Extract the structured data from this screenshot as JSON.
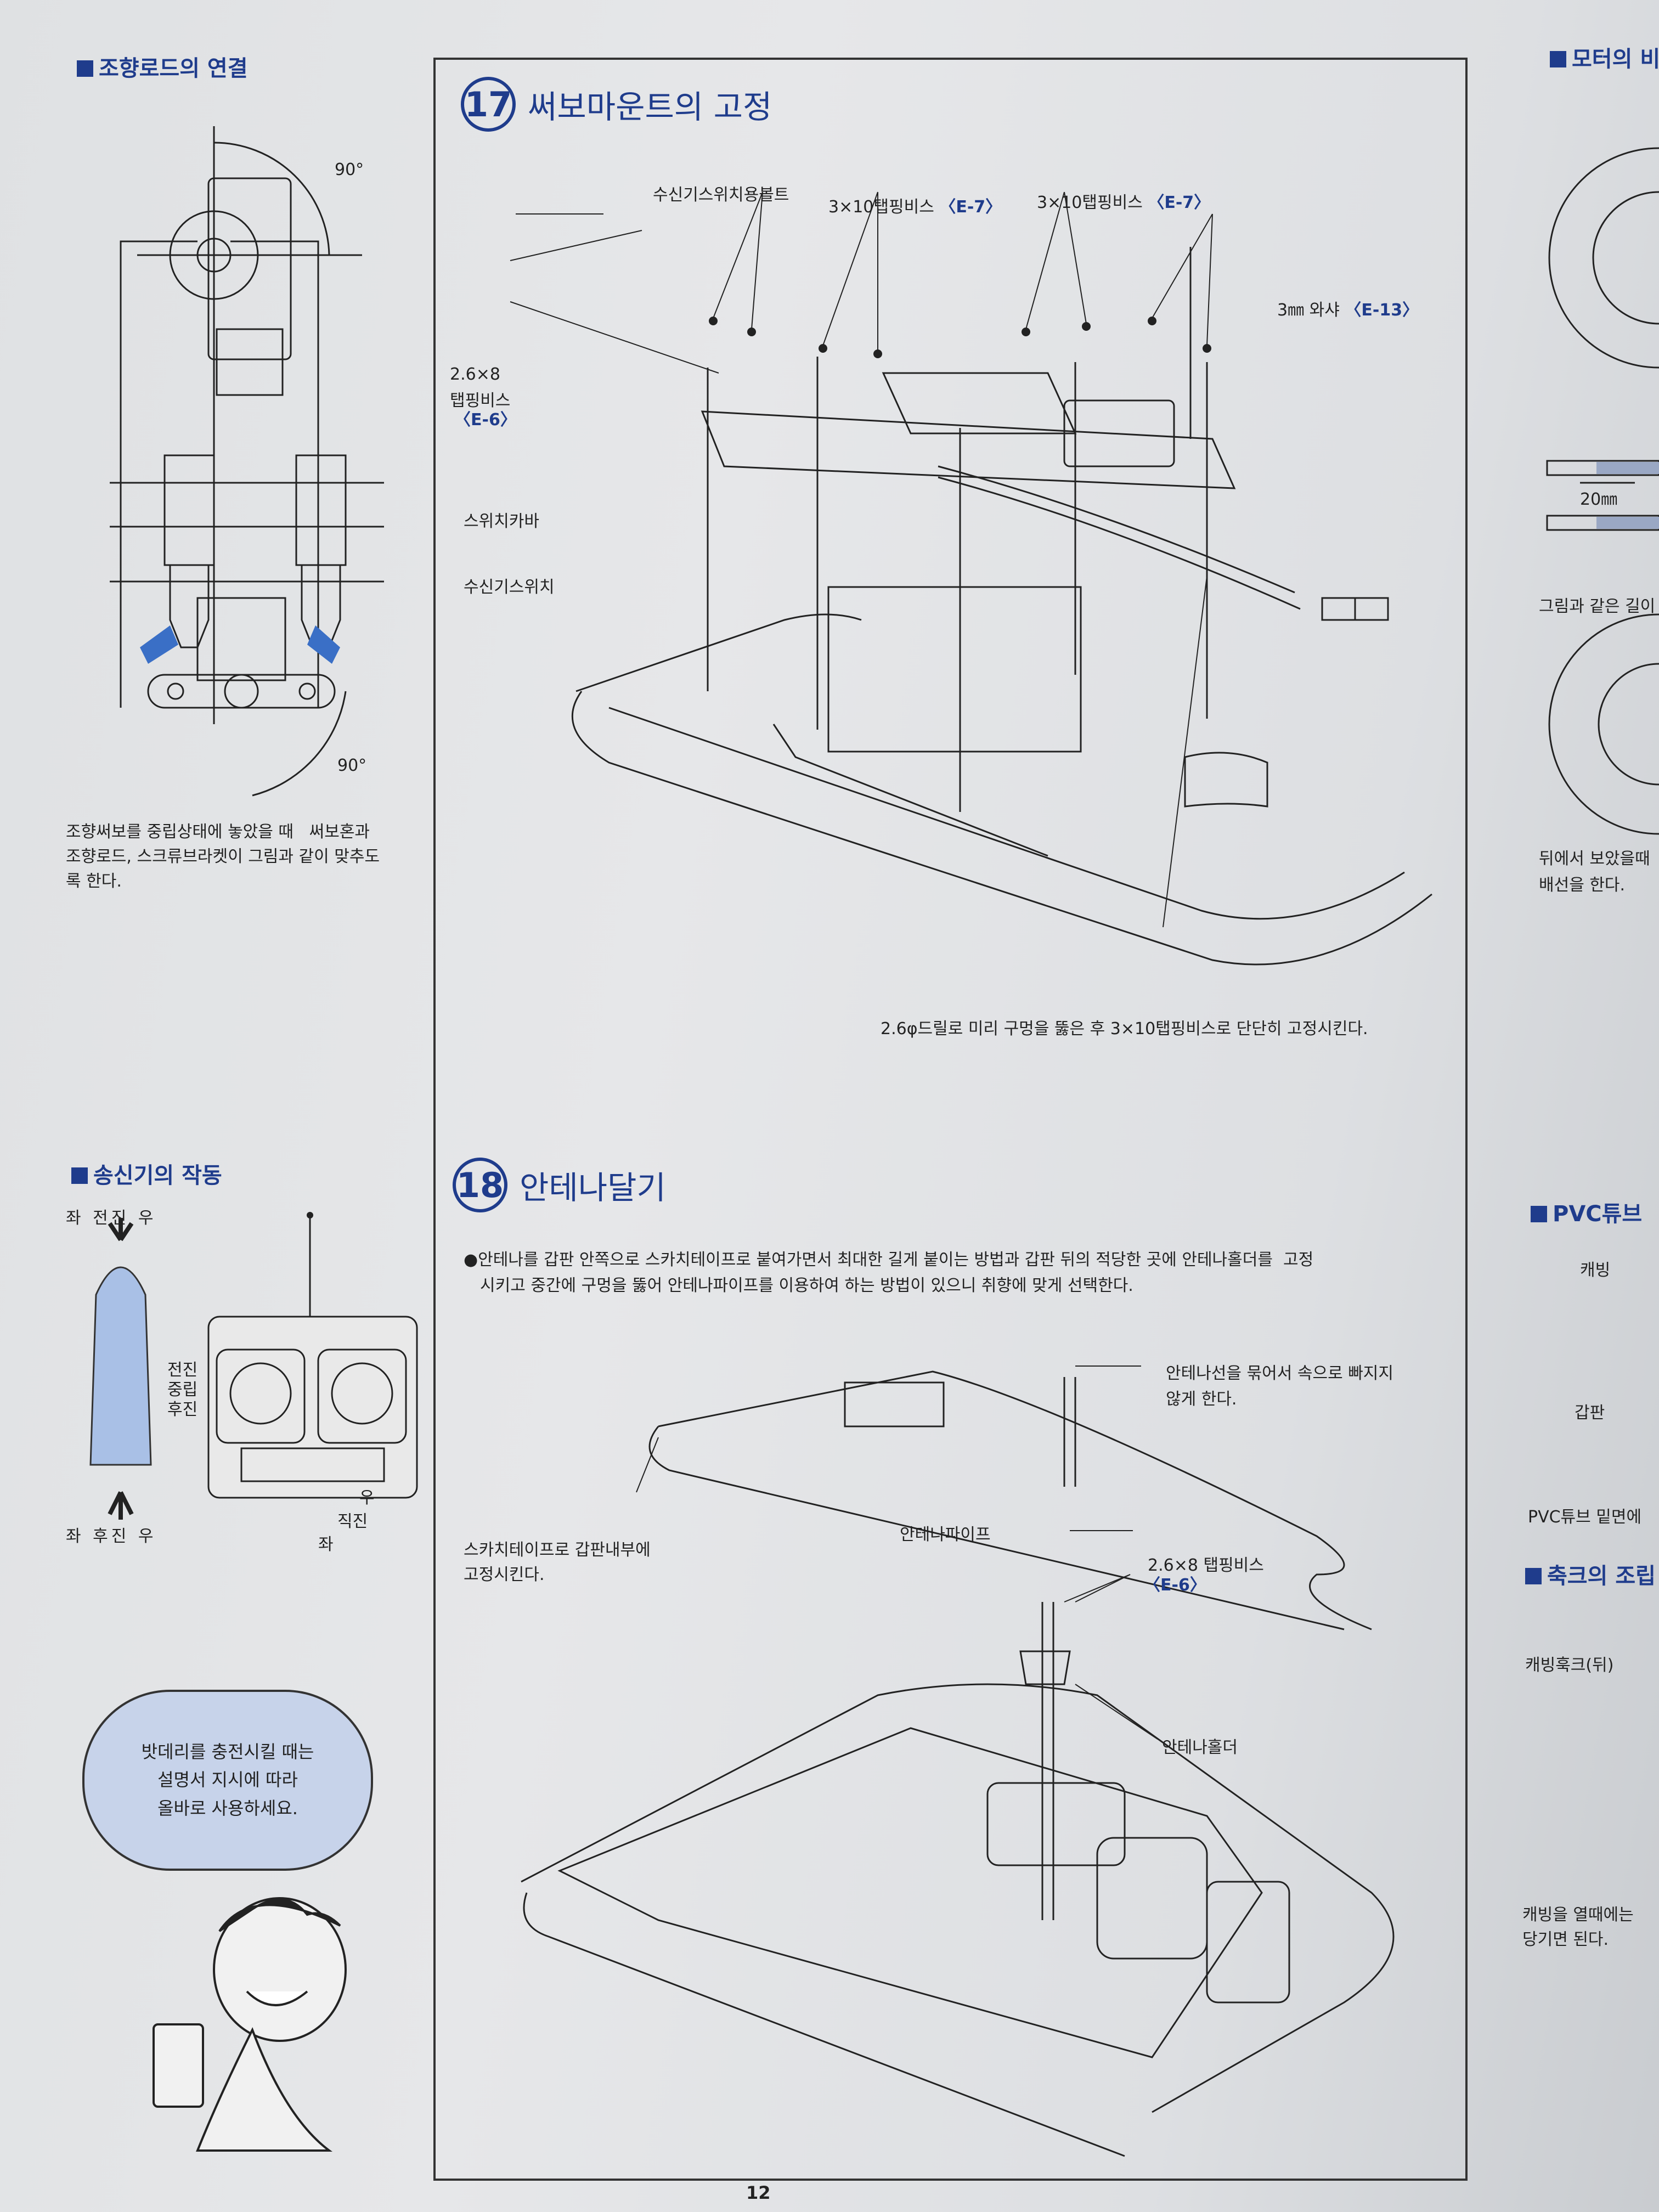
{
  "page_number": "12",
  "left": {
    "steering": {
      "title": "조향로드의 연결",
      "angle_top": "90°",
      "angle_bottom": "90°",
      "caption": [
        "조향써보를 중립상태에 놓았을 때   써보혼과",
        "조향로드, 스크류브라켓이 그림과 같이 맞추도",
        "록 한다."
      ]
    },
    "transmitter": {
      "title": "송신기의 작동",
      "top_dir": "좌 전진 우",
      "bottom_dir": "좌 후진 우",
      "lever_labels": [
        "전진",
        "중립",
        "후진"
      ],
      "right_labels": {
        "right": "우",
        "straight": "직진",
        "left": "좌"
      }
    },
    "bubble": [
      "밧데리를 충전시킬 때는",
      "설명서 지시에 따라",
      "올바로 사용하세요."
    ]
  },
  "step17": {
    "number": "17",
    "title": "써보마운트의 고정",
    "labels": {
      "bolt": "수신기스위치용볼트",
      "screw1": "3×10탭핑비스",
      "screw1_code": "〈E-7〉",
      "screw2": "3×10탭핑비스",
      "screw2_code": "〈E-7〉",
      "washer": "3㎜ 와샤",
      "washer_code": "〈E-13〉",
      "tap_size": "2.6×8",
      "tap": "탭핑비스",
      "tap_code": "〈E-6〉",
      "switch_bar": "스위치카바",
      "rx_switch": "수신기스위치",
      "note": "2.6φ드릴로 미리 구멍을 뚫은 후 3×10탭핑비스로 단단히 고정시킨다."
    }
  },
  "step18": {
    "number": "18",
    "title": "안테나달기",
    "desc": [
      "●안테나를 갑판 안쪽으로 스카치테이프로 붙여가면서 최대한 길게 붙이는 방법과 갑판 뒤의 적당한 곳에 안테나홀더를  고정",
      "시키고 중간에 구멍을 뚫어 안테나파이프를 이용하여 하는 방법이 있으니 취향에 맞게 선택한다."
    ],
    "labels": {
      "wire_note": [
        "안테나선을 묶어서 속으로 빠지지",
        "않게 한다."
      ],
      "pipe": "안테나파이프",
      "tap_size": "2.6×8 탭핑비스",
      "tap_code": "〈E-6〉",
      "tape": [
        "스카치테이프로 갑판내부에",
        "고정시킨다."
      ],
      "holder": "안테나홀더"
    }
  },
  "right_edge": {
    "motor_title": "모터의 비",
    "wire_len": "20㎜",
    "text1": "그림과 같은 길이",
    "text2": [
      "뒤에서 보았을때",
      "배선을 한다."
    ],
    "pvc_title": "PVC튜브",
    "caping": "캐빙",
    "deck": "갑판",
    "pvc_text": "PVC튜브 밑면에",
    "hook_title": "축크의 조립",
    "caping_hook": "캐빙훅크(뒤)",
    "bottom_text": [
      "캐빙을 열때에는",
      "당기면 된다."
    ]
  }
}
